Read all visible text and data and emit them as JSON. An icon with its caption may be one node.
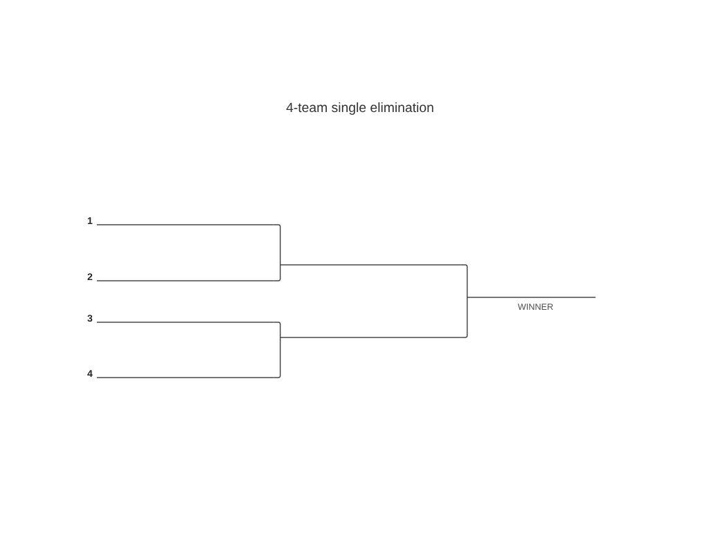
{
  "diagram": {
    "title": "4-team single elimination",
    "nodes": [
      {
        "text": [],
        "shape": "line",
        "beside": [
          "1"
        ]
      },
      {
        "text": [],
        "shape": "line",
        "beside": [
          "2"
        ]
      },
      {
        "text": [],
        "shape": "line",
        "beside": [
          "3"
        ]
      },
      {
        "text": [],
        "shape": "line",
        "beside": [
          "4"
        ]
      },
      {
        "text": [],
        "shape": "line"
      },
      {
        "text": [],
        "shape": "line"
      },
      {
        "text": [],
        "shape": "line",
        "beside": [
          "WINNER"
        ]
      }
    ],
    "edges": [
      {
        "from": 0,
        "to": 4,
        "arrow": "none"
      },
      {
        "from": 1,
        "to": 4,
        "arrow": "none"
      },
      {
        "from": 2,
        "to": 5,
        "arrow": "none"
      },
      {
        "from": 3,
        "to": 5,
        "arrow": "none"
      },
      {
        "from": 4,
        "to": 6,
        "arrow": "none"
      },
      {
        "from": 5,
        "to": 6,
        "arrow": "none"
      }
    ]
  }
}
